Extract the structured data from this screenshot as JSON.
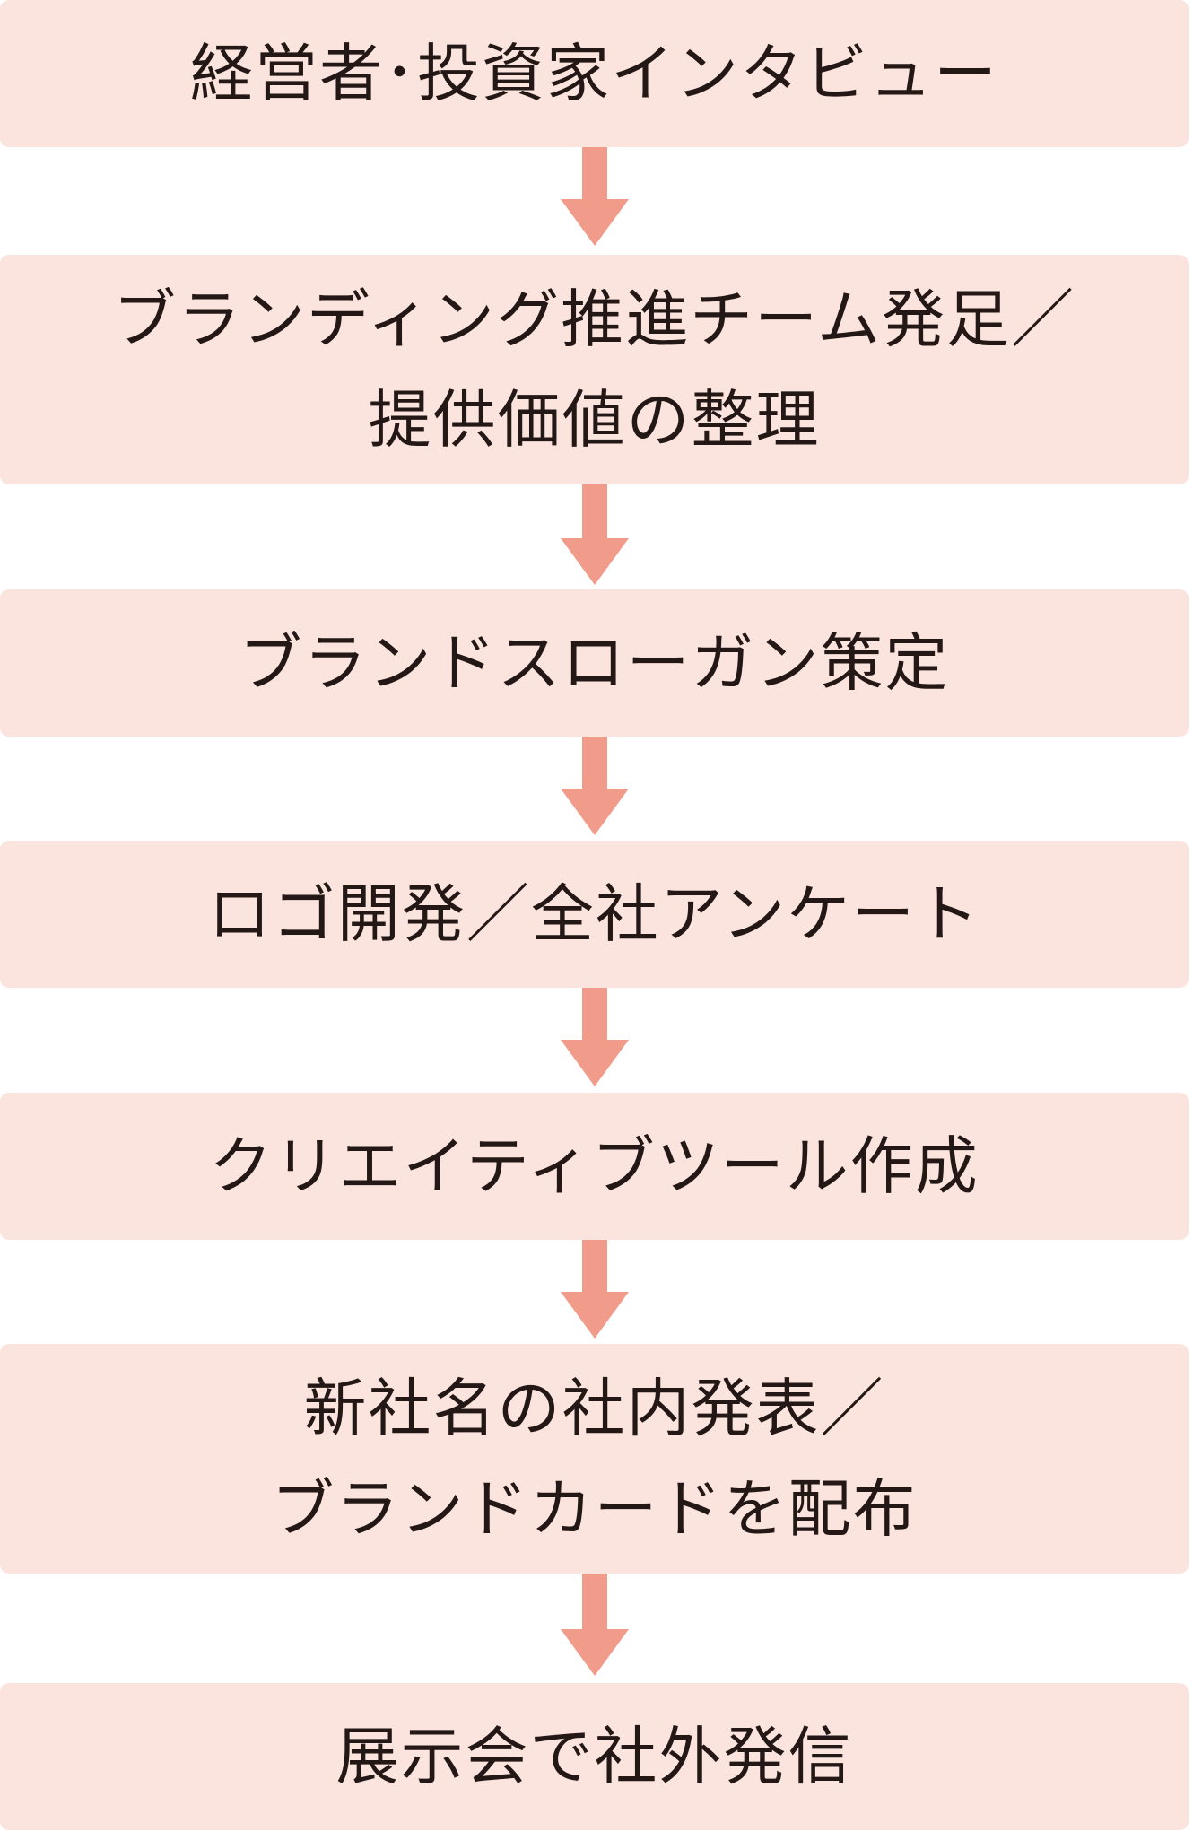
{
  "colors": {
    "box_fill": "#fbe3de",
    "arrow": "#f19b8a",
    "text": "#231815"
  },
  "steps": [
    {
      "label": "経営者･投資家インタビュー"
    },
    {
      "label": "ブランディング推進チーム発足／\n提供価値の整理"
    },
    {
      "label": "ブランドスローガン策定"
    },
    {
      "label": "ロゴ開発／全社アンケート"
    },
    {
      "label": "クリエイティブツール作成"
    },
    {
      "label": "新社名の社内発表／\nブランドカードを配布"
    },
    {
      "label": "展示会で社外発信"
    }
  ],
  "connector_icon": "arrow-down-icon"
}
